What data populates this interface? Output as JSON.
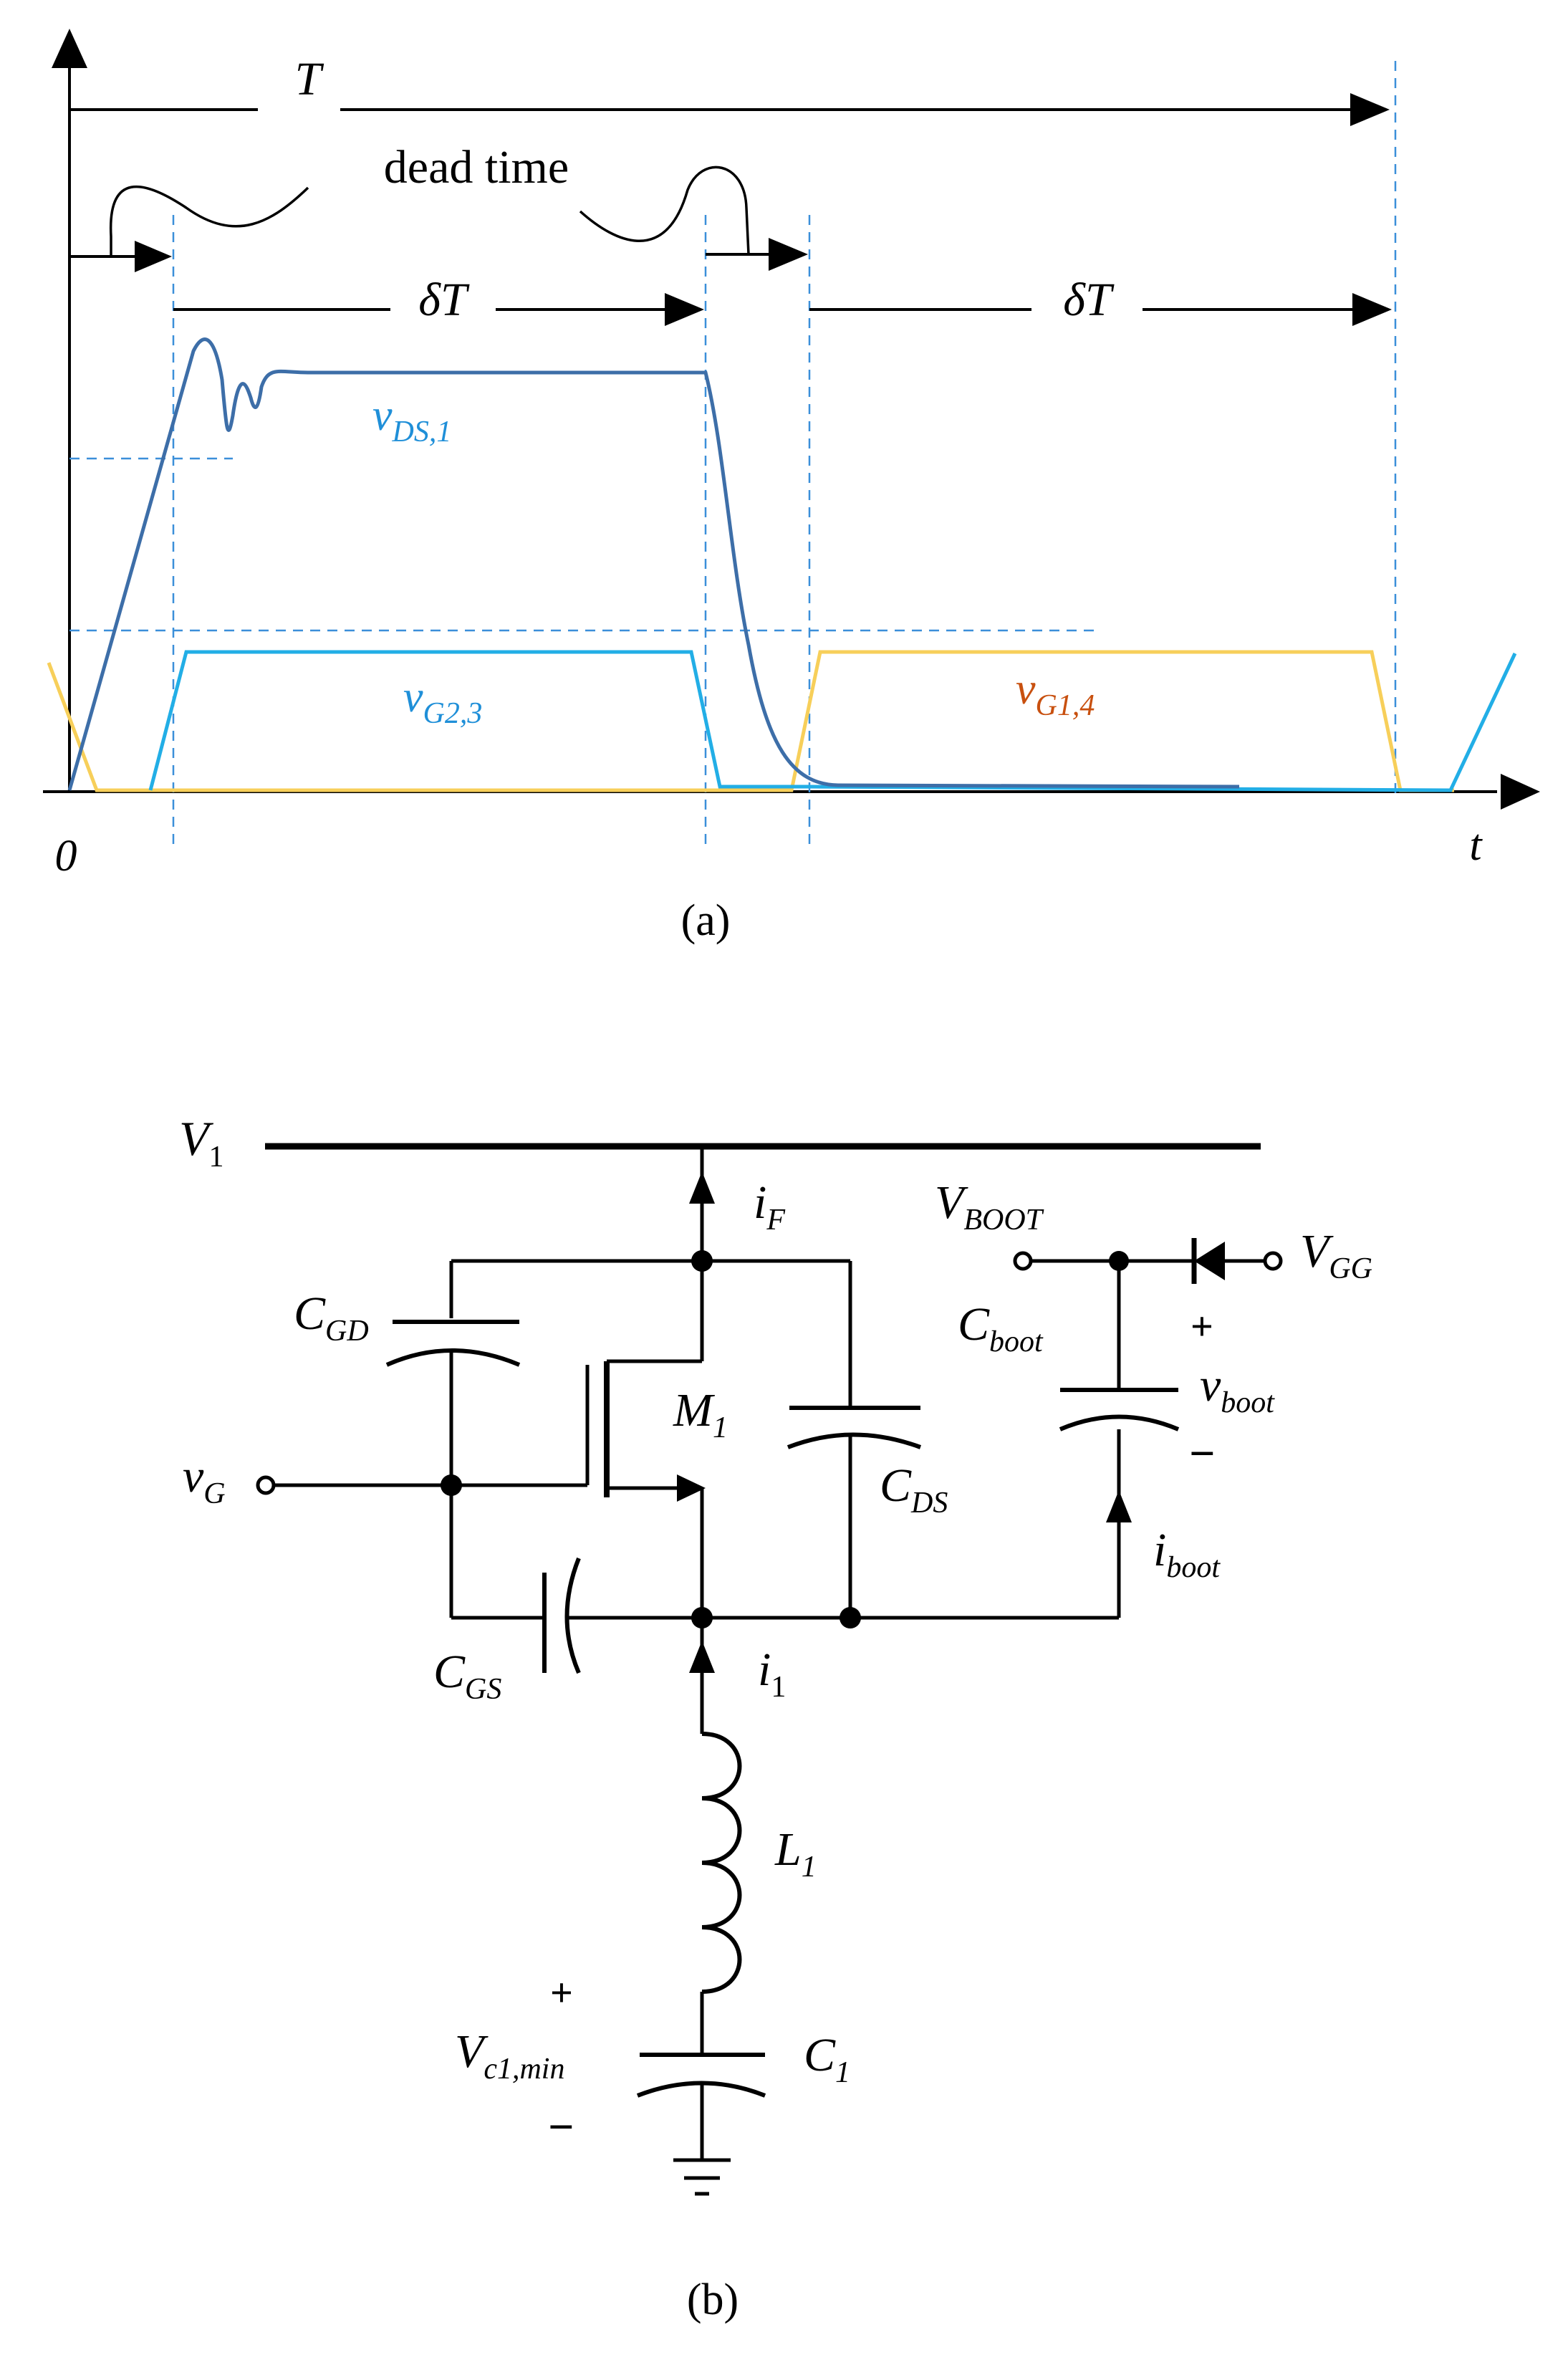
{
  "panel_a": {
    "caption": "(a)",
    "period_label": "T",
    "dead_time_label": "dead time",
    "delta_t_label_1": "δT",
    "delta_t_label_2": "δT",
    "origin_label": "0",
    "time_axis_label": "t",
    "vds": {
      "base": "v",
      "sub": "DS,1",
      "color": "#1f8fd8"
    },
    "vg23": {
      "base": "v",
      "sub": "G2,3",
      "color": "#1f8fd8"
    },
    "vg14": {
      "base": "v",
      "sub": "G1,4",
      "color": "#c8500f"
    },
    "colors": {
      "vds_curve": "#3d6ea8",
      "vg23_curve": "#22aee6",
      "vg14_curve": "#f7cf5a",
      "guide": "#3b8fd9"
    }
  },
  "panel_b": {
    "caption": "(b)",
    "V1": {
      "base": "V",
      "sub": "1"
    },
    "iF": {
      "base": "i",
      "sub": "F"
    },
    "VBOOT": {
      "base": "V",
      "sub": "BOOT"
    },
    "VGG": {
      "base": "V",
      "sub": "GG"
    },
    "CGD": {
      "base": "C",
      "sub": "GD"
    },
    "Cboot": {
      "base": "C",
      "sub": "boot"
    },
    "vboot": {
      "base": "v",
      "sub": "boot"
    },
    "M1": {
      "base": "M",
      "sub": "1"
    },
    "vG": {
      "base": "v",
      "sub": "G"
    },
    "CDS": {
      "base": "C",
      "sub": "DS"
    },
    "iboot": {
      "base": "i",
      "sub": "boot"
    },
    "CGS": {
      "base": "C",
      "sub": "GS"
    },
    "i1": {
      "base": "i",
      "sub": "1"
    },
    "L1": {
      "base": "L",
      "sub": "1"
    },
    "Vc1min": {
      "base": "V",
      "sub": "c1,min"
    },
    "C1": {
      "base": "C",
      "sub": "1"
    },
    "plus": "+",
    "minus": "−"
  }
}
